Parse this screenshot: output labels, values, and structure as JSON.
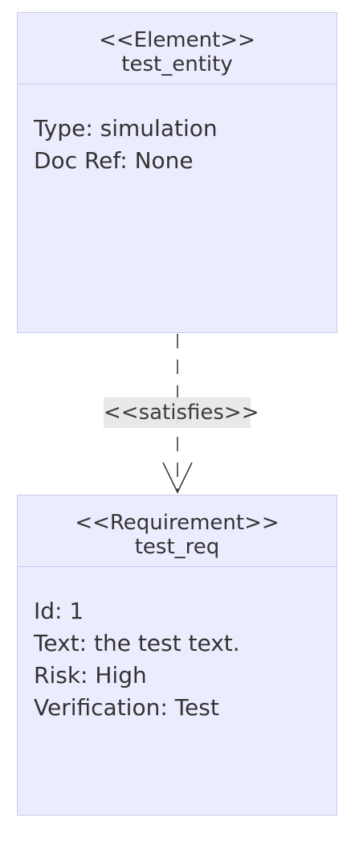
{
  "element": {
    "stereotype": "<<Element>>",
    "name": "test_entity",
    "attributes": [
      "Type: simulation",
      "Doc Ref: None"
    ]
  },
  "requirement": {
    "stereotype": "<<Requirement>>",
    "name": "test_req",
    "attributes": [
      "Id: 1",
      "Text: the test text.",
      "Risk: High",
      "Verification: Test"
    ]
  },
  "relationship": {
    "label": "<<satisfies>>"
  },
  "colors": {
    "node_fill": "#ececff",
    "node_border": "#c9c9f0",
    "edge": "#333333",
    "label_bg": "#e8e8e8"
  }
}
